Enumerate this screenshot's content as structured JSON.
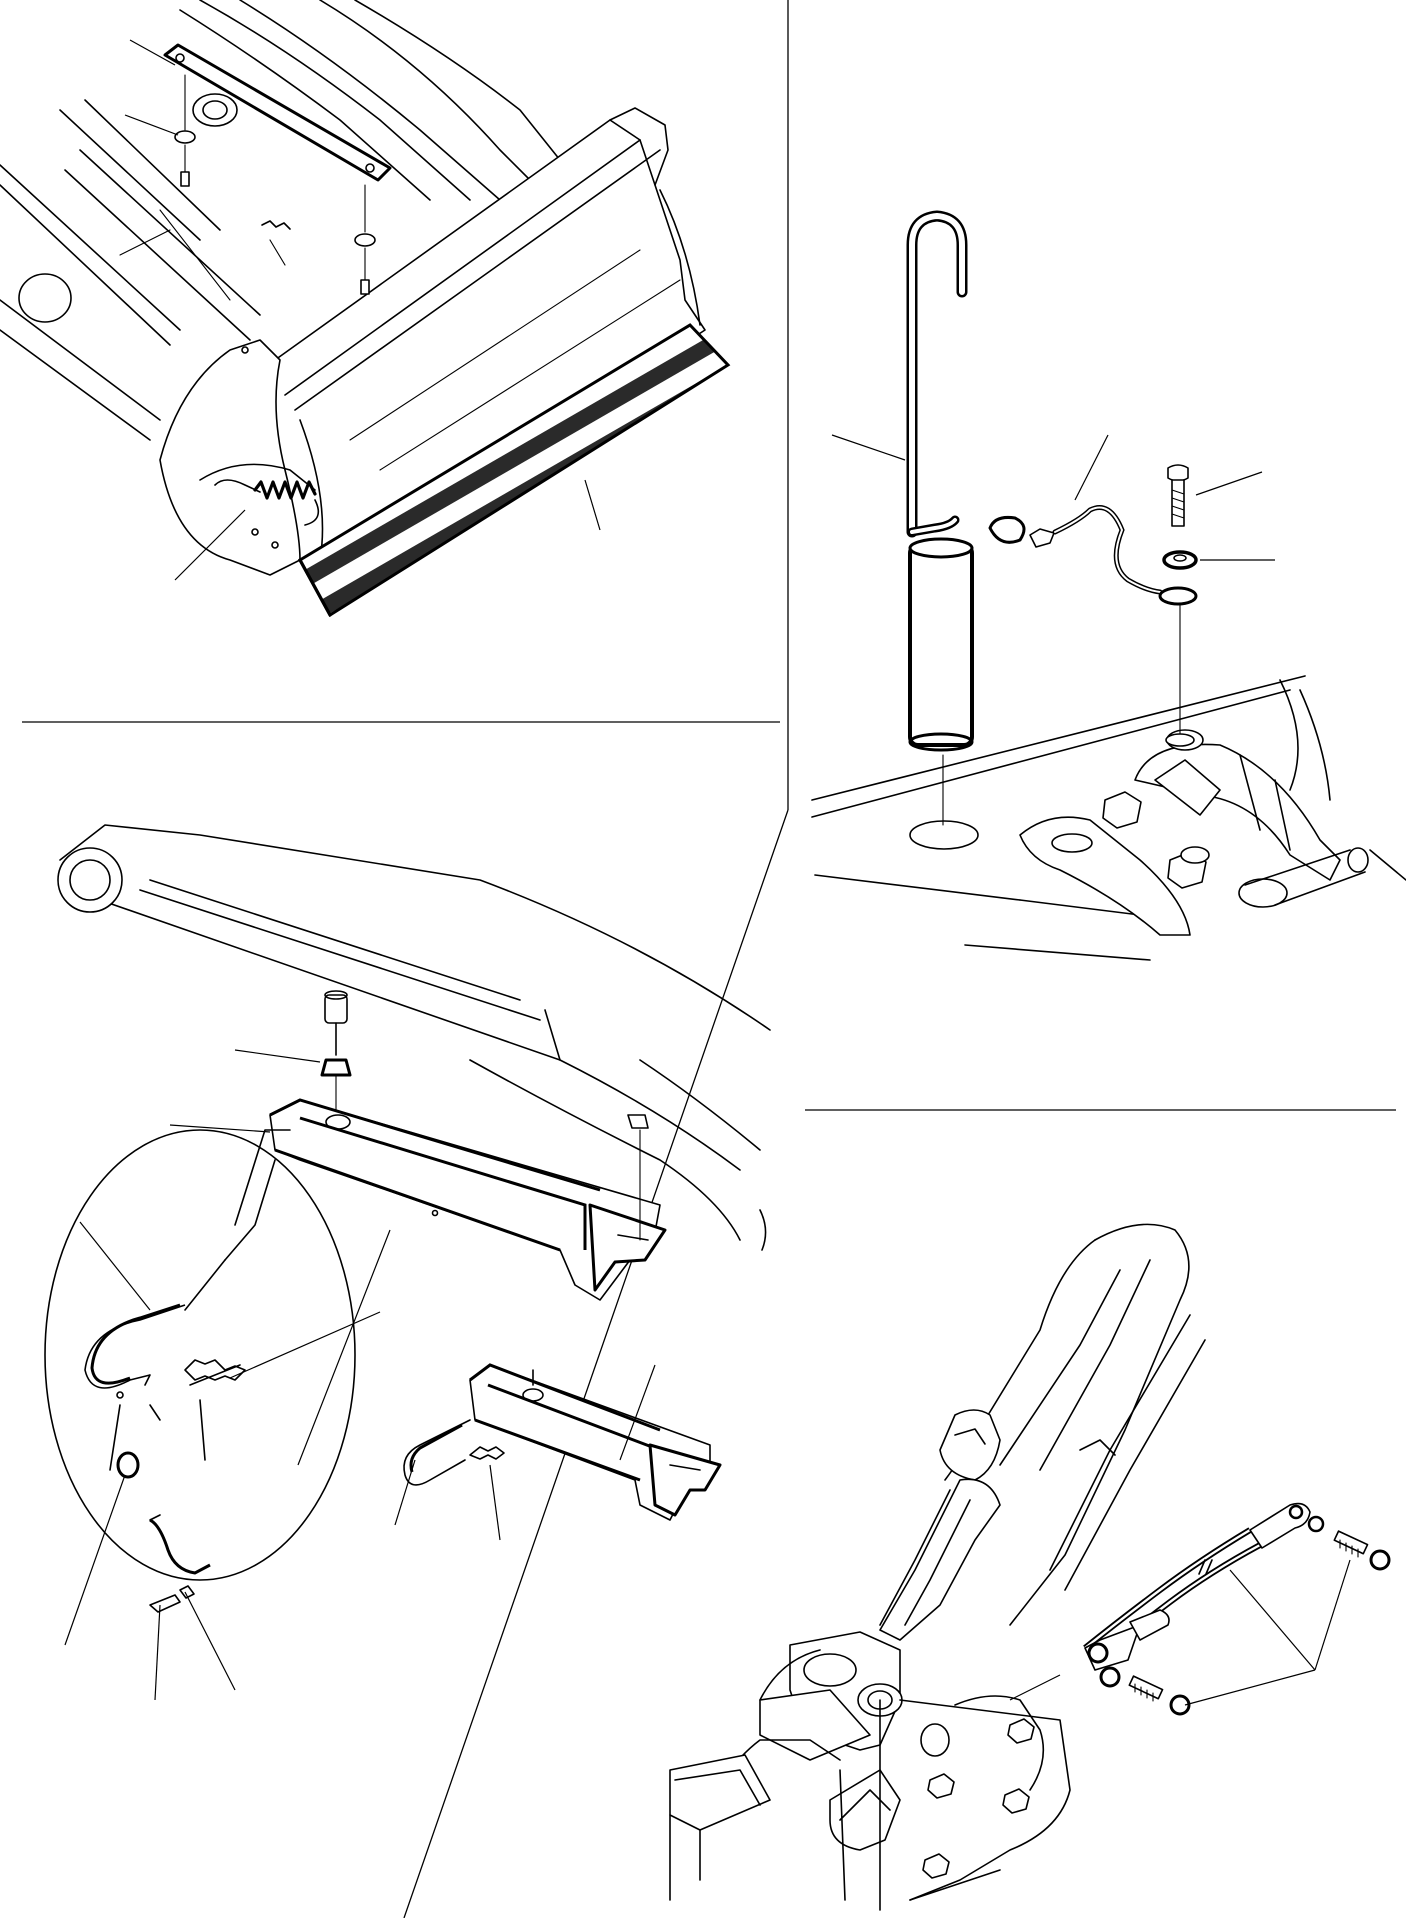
{
  "sheet": {
    "panels": [
      {
        "id": "bucket-with-protective-edge"
      },
      {
        "id": "safety-hook-and-pin"
      },
      {
        "id": "boom-safety-strut"
      },
      {
        "id": "cylinder-safety-cables"
      }
    ]
  },
  "colors": {
    "ink": "#000000",
    "paper": "#ffffff"
  }
}
